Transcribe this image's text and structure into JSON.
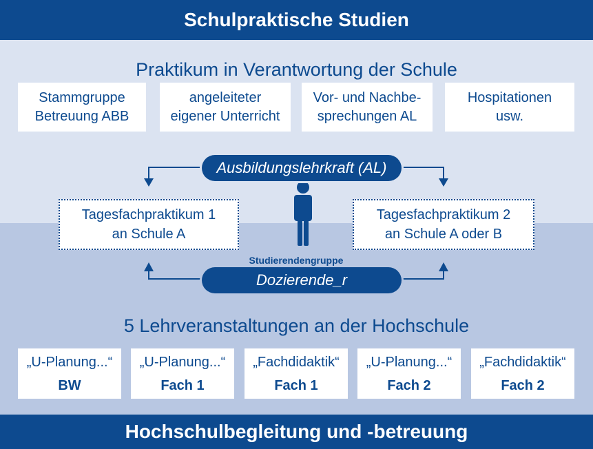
{
  "header": {
    "title": "Schulpraktische Studien"
  },
  "school_section": {
    "heading": "Praktikum in Verantwortung der Schule",
    "boxes": [
      {
        "line1": "Stammgruppe",
        "line2": "Betreuung ABB"
      },
      {
        "line1": "angeleiteter",
        "line2": "eigener Unterricht"
      },
      {
        "line1": "Vor- und Nachbe-",
        "line2": "sprechungen AL"
      },
      {
        "line1": "Hospitationen",
        "line2": "usw."
      }
    ]
  },
  "middle": {
    "teacher_pill": "Ausbildungslehrkraft (AL)",
    "internship_1": {
      "line1": "Tagesfachpraktikum 1",
      "line2": "an Schule A"
    },
    "internship_2": {
      "line1": "Tagesfachpraktikum 2",
      "line2": "an Schule A oder B"
    },
    "person_icon": "person-icon",
    "group_label": "Studierendengruppe",
    "lecturer_pill": "Dozierende_r"
  },
  "university_section": {
    "heading": "5 Lehrveranstaltungen an der Hochschule",
    "courses": [
      {
        "title": "„U-Planung...“",
        "subject": "BW"
      },
      {
        "title": "„U-Planung...“",
        "subject": "Fach 1"
      },
      {
        "title": "„Fachdidaktik“",
        "subject": "Fach 1"
      },
      {
        "title": "„U-Planung...“",
        "subject": "Fach 2"
      },
      {
        "title": "„Fachdidaktik“",
        "subject": "Fach 2"
      }
    ]
  },
  "footer": {
    "title": "Hochschulbegleitung und -betreuung"
  },
  "colors": {
    "primary": "#0d4a8f",
    "upper_bg": "#dbe3f1",
    "lower_bg": "#b8c7e2"
  }
}
